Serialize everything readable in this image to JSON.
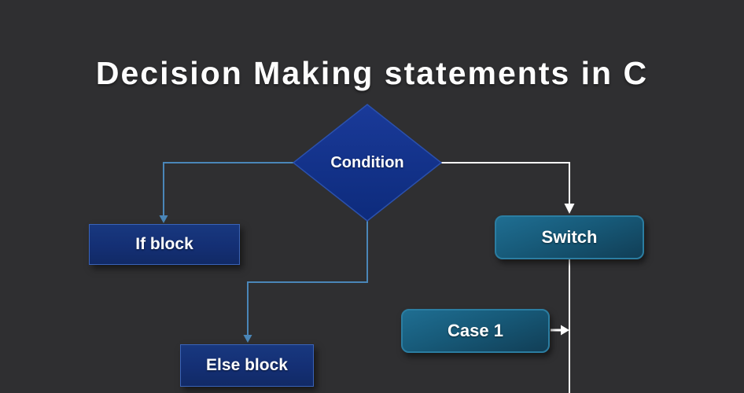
{
  "title": "Decision Making statements in C",
  "flowchart": {
    "nodes": {
      "condition": {
        "label": "Condition",
        "shape": "diamond"
      },
      "if_block": {
        "label": "If block",
        "shape": "rect"
      },
      "else_block": {
        "label": "Else block",
        "shape": "rect"
      },
      "switch": {
        "label": "Switch",
        "shape": "rounded-rect"
      },
      "case1": {
        "label": "Case 1",
        "shape": "rounded-rect"
      }
    },
    "edges": [
      {
        "from": "condition",
        "to": "if_block",
        "color": "#4a86b8"
      },
      {
        "from": "condition",
        "to": "else_block",
        "color": "#4a86b8"
      },
      {
        "from": "condition",
        "to": "switch",
        "color": "#ffffff"
      },
      {
        "from": "switch",
        "to": "down-line",
        "color": "#ffffff"
      },
      {
        "from": "case1",
        "to": "switch-line",
        "color": "#ffffff"
      }
    ]
  },
  "colors": {
    "background": "#2f2f31",
    "title_text": "#fdfdfd",
    "navy_node": "#14307c",
    "navy_node_border": "#3a63b8",
    "teal_node": "#175a79",
    "teal_node_border": "#2b7da1",
    "diamond_fill": "#10308d",
    "blue_connector": "#4a86b8",
    "white_connector": "#ffffff",
    "node_text": "#ffffff"
  }
}
